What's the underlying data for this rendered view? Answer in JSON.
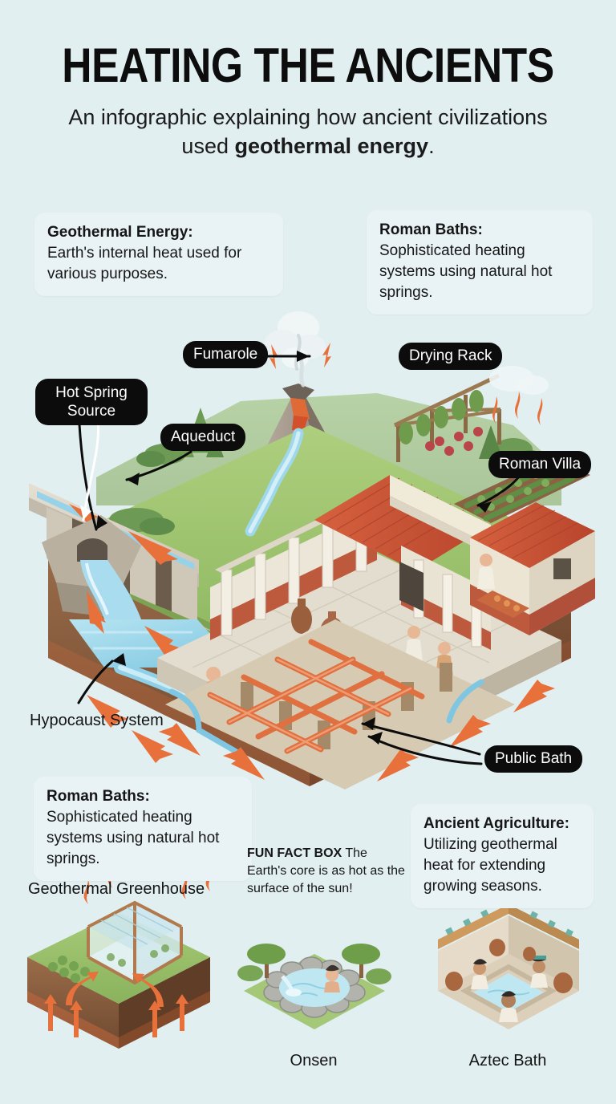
{
  "header": {
    "title": "HEATING THE ANCIENTS",
    "subtitle_part1": "An infographic explaining how ancient civilizations used ",
    "subtitle_bold": "geothermal energy",
    "subtitle_part2": "."
  },
  "cards": {
    "geothermal": {
      "title": "Geothermal Energy:",
      "body": "Earth's internal heat used for various purposes."
    },
    "roman_top": {
      "title": "Roman Baths:",
      "body": "Sophisticated heating systems using natural hot springs."
    },
    "roman_bottom": {
      "title": "Roman Baths:",
      "body": "Sophisticated heating systems using natural hot springs."
    },
    "agriculture": {
      "title": "Ancient Agriculture:",
      "body": "Utilizing geothermal heat for extending growing seasons."
    }
  },
  "fun_fact": {
    "title": "FUN FACT BOX",
    "body": "The Earth's core is as hot as the surface of the sun!"
  },
  "labels": {
    "fumarole": "Fumarole",
    "hot_spring_source": "Hot Spring Source",
    "aqueduct": "Aqueduct",
    "drying_rack": "Drying Rack",
    "roman_villa": "Roman Villa",
    "public_bath": "Public Bath",
    "hypocaust_system": "Hypocaust System",
    "geothermal_greenhouse": "Geothermal Greenhouse",
    "onsen": "Onsen",
    "aztec_bath": "Aztec Bath"
  },
  "colors": {
    "background": "#e2eff1",
    "card_bg": "#e9f3f5",
    "pill_bg": "#0c0c0c",
    "pill_text": "#ffffff",
    "text": "#141414",
    "water": "#8fd3ea",
    "heat_arrow": "#e8703a",
    "roof_tile": "#c9543a",
    "grass": "#9cc06a",
    "soil": "#8a5f3f",
    "stone": "#d8d2c6",
    "magma": "#e06a36"
  },
  "illustration": {
    "scene_name": "roman-bath-complex-cutaway",
    "elements": [
      "volcano-fumarole-steam",
      "hot-spring-source-waterfall",
      "aqueduct-arches",
      "drying-rack-with-produce",
      "terraced-crop-field",
      "roman-villa-with-tile-roof",
      "public-bath-pool-with-bathers",
      "colonnade-courtyard",
      "hypocaust-underfloor-heating-grid",
      "geothermal-heat-arrows"
    ]
  },
  "bottom_panels": [
    {
      "name": "geothermal-greenhouse",
      "label": "Geothermal Greenhouse"
    },
    {
      "name": "onsen",
      "label": "Onsen"
    },
    {
      "name": "aztec-bath",
      "label": "Aztec Bath"
    }
  ]
}
